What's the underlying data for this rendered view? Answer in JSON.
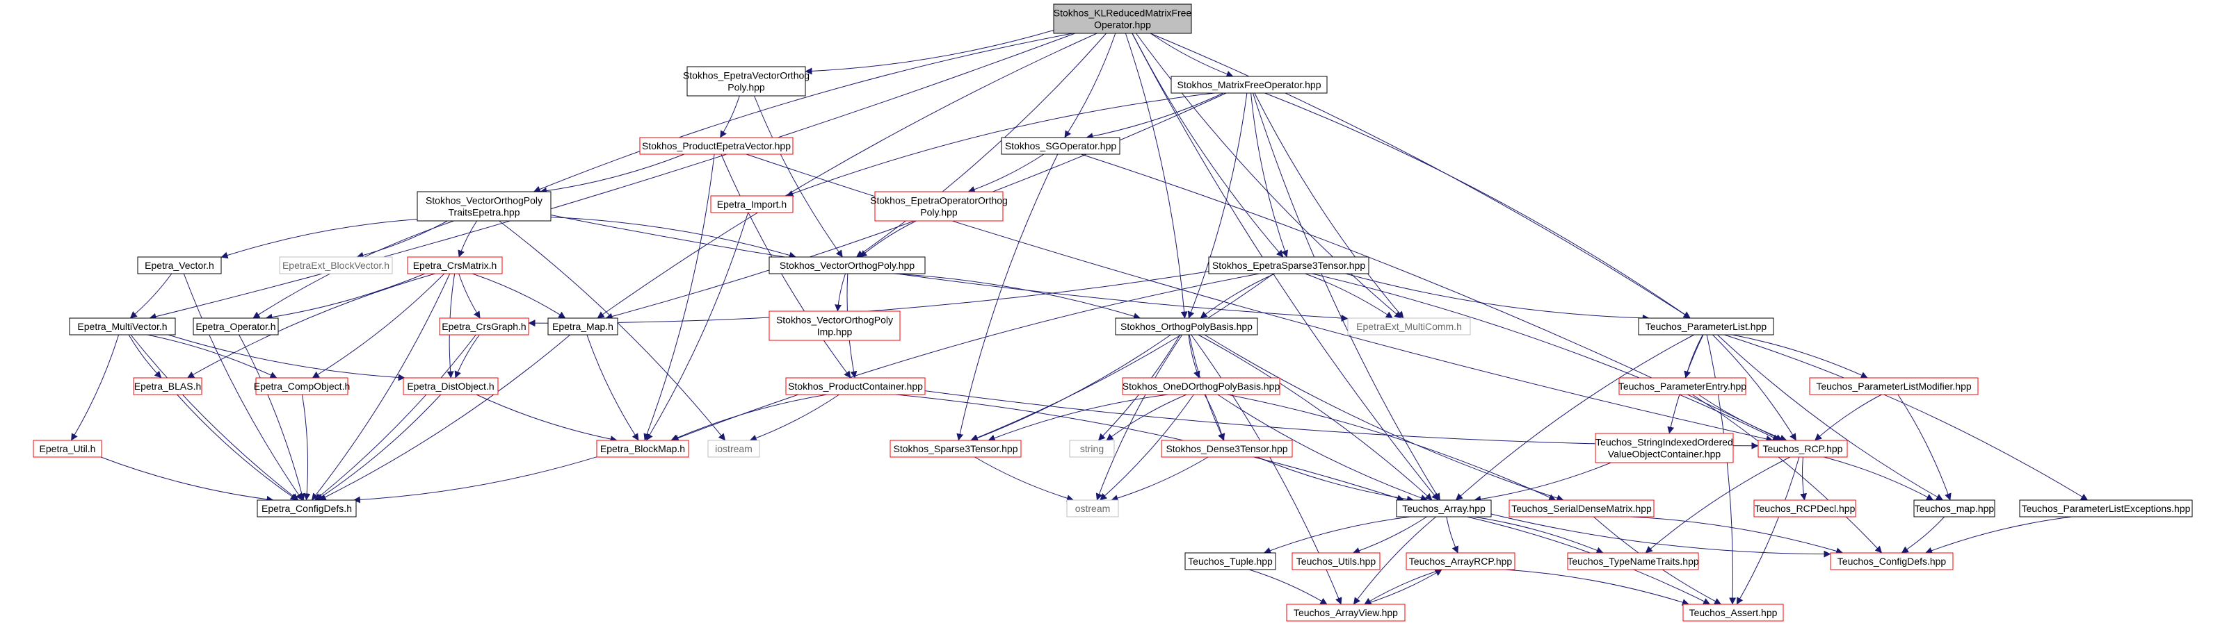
{
  "nodes": [
    {
      "id": "root",
      "lines": [
        "Stokhos_KLReducedMatrixFree",
        "Operator.hpp"
      ],
      "style": "root"
    },
    {
      "id": "vop_hdr",
      "lines": [
        "Stokhos_EpetraVectorOrthog",
        "Poly.hpp"
      ],
      "style": "black"
    },
    {
      "id": "mfo",
      "lines": [
        "Stokhos_MatrixFreeOperator.hpp"
      ],
      "style": "black"
    },
    {
      "id": "pev",
      "lines": [
        "Stokhos_ProductEpetraVector.hpp"
      ],
      "style": "red"
    },
    {
      "id": "sgop",
      "lines": [
        "Stokhos_SGOperator.hpp"
      ],
      "style": "black"
    },
    {
      "id": "vopte",
      "lines": [
        "Stokhos_VectorOrthogPoly",
        "TraitsEpetra.hpp"
      ],
      "style": "black"
    },
    {
      "id": "eimport",
      "lines": [
        "Epetra_Import.h"
      ],
      "style": "red"
    },
    {
      "id": "eop",
      "lines": [
        "Stokhos_EpetraOperatorOrthog",
        "Poly.hpp"
      ],
      "style": "red"
    },
    {
      "id": "evector",
      "lines": [
        "Epetra_Vector.h"
      ],
      "style": "black"
    },
    {
      "id": "eebv",
      "lines": [
        "EpetraExt_BlockVector.h"
      ],
      "style": "gray"
    },
    {
      "id": "ecrs",
      "lines": [
        "Epetra_CrsMatrix.h"
      ],
      "style": "red"
    },
    {
      "id": "vop",
      "lines": [
        "Stokhos_VectorOrthogPoly.hpp"
      ],
      "style": "black"
    },
    {
      "id": "es3t",
      "lines": [
        "Stokhos_EpetraSparse3Tensor.hpp"
      ],
      "style": "black"
    },
    {
      "id": "emv",
      "lines": [
        "Epetra_MultiVector.h"
      ],
      "style": "black"
    },
    {
      "id": "eoper",
      "lines": [
        "Epetra_Operator.h"
      ],
      "style": "black"
    },
    {
      "id": "ecg",
      "lines": [
        "Epetra_CrsGraph.h"
      ],
      "style": "red"
    },
    {
      "id": "emap",
      "lines": [
        "Epetra_Map.h"
      ],
      "style": "black"
    },
    {
      "id": "vopimp",
      "lines": [
        "Stokhos_VectorOrthogPoly",
        "Imp.hpp"
      ],
      "style": "red"
    },
    {
      "id": "opb",
      "lines": [
        "Stokhos_OrthogPolyBasis.hpp"
      ],
      "style": "black"
    },
    {
      "id": "emc",
      "lines": [
        "EpetraExt_MultiComm.h"
      ],
      "style": "gray"
    },
    {
      "id": "tpl",
      "lines": [
        "Teuchos_ParameterList.hpp"
      ],
      "style": "black"
    },
    {
      "id": "eblas",
      "lines": [
        "Epetra_BLAS.h"
      ],
      "style": "red"
    },
    {
      "id": "ecomp",
      "lines": [
        "Epetra_CompObject.h"
      ],
      "style": "red"
    },
    {
      "id": "edist",
      "lines": [
        "Epetra_DistObject.h"
      ],
      "style": "red"
    },
    {
      "id": "pc",
      "lines": [
        "Stokhos_ProductContainer.hpp"
      ],
      "style": "red"
    },
    {
      "id": "oned",
      "lines": [
        "Stokhos_OneDOrthogPolyBasis.hpp"
      ],
      "style": "red"
    },
    {
      "id": "tpe",
      "lines": [
        "Teuchos_ParameterEntry.hpp"
      ],
      "style": "red"
    },
    {
      "id": "tplm",
      "lines": [
        "Teuchos_ParameterListModifier.hpp"
      ],
      "style": "red"
    },
    {
      "id": "eutil",
      "lines": [
        "Epetra_Util.h"
      ],
      "style": "red"
    },
    {
      "id": "ebm",
      "lines": [
        "Epetra_BlockMap.h"
      ],
      "style": "red"
    },
    {
      "id": "iostream",
      "lines": [
        "iostream"
      ],
      "style": "gray"
    },
    {
      "id": "s3t",
      "lines": [
        "Stokhos_Sparse3Tensor.hpp"
      ],
      "style": "red"
    },
    {
      "id": "string",
      "lines": [
        "string"
      ],
      "style": "gray"
    },
    {
      "id": "d3t",
      "lines": [
        "Stokhos_Dense3Tensor.hpp"
      ],
      "style": "red"
    },
    {
      "id": "tsivoc",
      "lines": [
        "Teuchos_StringIndexedOrdered",
        "ValueObjectContainer.hpp"
      ],
      "style": "red"
    },
    {
      "id": "trcp",
      "lines": [
        "Teuchos_RCP.hpp"
      ],
      "style": "red"
    },
    {
      "id": "ecd",
      "lines": [
        "Epetra_ConfigDefs.h"
      ],
      "style": "black"
    },
    {
      "id": "ostream",
      "lines": [
        "ostream"
      ],
      "style": "gray"
    },
    {
      "id": "tarr",
      "lines": [
        "Teuchos_Array.hpp"
      ],
      "style": "black"
    },
    {
      "id": "tsdm",
      "lines": [
        "Teuchos_SerialDenseMatrix.hpp"
      ],
      "style": "red"
    },
    {
      "id": "trcpd",
      "lines": [
        "Teuchos_RCPDecl.hpp"
      ],
      "style": "red"
    },
    {
      "id": "tmap",
      "lines": [
        "Teuchos_map.hpp"
      ],
      "style": "black"
    },
    {
      "id": "tple",
      "lines": [
        "Teuchos_ParameterListExceptions.hpp"
      ],
      "style": "black"
    },
    {
      "id": "ttuple",
      "lines": [
        "Teuchos_Tuple.hpp"
      ],
      "style": "black"
    },
    {
      "id": "tutils",
      "lines": [
        "Teuchos_Utils.hpp"
      ],
      "style": "red"
    },
    {
      "id": "tarcp",
      "lines": [
        "Teuchos_ArrayRCP.hpp"
      ],
      "style": "red"
    },
    {
      "id": "ttnt",
      "lines": [
        "Teuchos_TypeNameTraits.hpp"
      ],
      "style": "red"
    },
    {
      "id": "tcd",
      "lines": [
        "Teuchos_ConfigDefs.hpp"
      ],
      "style": "red"
    },
    {
      "id": "tav",
      "lines": [
        "Teuchos_ArrayView.hpp"
      ],
      "style": "red"
    },
    {
      "id": "tassert",
      "lines": [
        "Teuchos_Assert.hpp"
      ],
      "style": "red"
    }
  ],
  "edges": [
    [
      "root",
      "vop_hdr"
    ],
    [
      "root",
      "mfo"
    ],
    [
      "root",
      "sgop"
    ],
    [
      "root",
      "vopte"
    ],
    [
      "root",
      "emv"
    ],
    [
      "root",
      "emap"
    ],
    [
      "root",
      "vop"
    ],
    [
      "root",
      "es3t"
    ],
    [
      "root",
      "opb"
    ],
    [
      "root",
      "emc"
    ],
    [
      "root",
      "tpl"
    ],
    [
      "root",
      "tarr"
    ],
    [
      "vop_hdr",
      "pev"
    ],
    [
      "vop_hdr",
      "vop"
    ],
    [
      "mfo",
      "sgop"
    ],
    [
      "mfo",
      "eimport"
    ],
    [
      "mfo",
      "emap"
    ],
    [
      "mfo",
      "es3t"
    ],
    [
      "mfo",
      "opb"
    ],
    [
      "mfo",
      "emc"
    ],
    [
      "mfo",
      "tpl"
    ],
    [
      "mfo",
      "tarr"
    ],
    [
      "pev",
      "vopte"
    ],
    [
      "pev",
      "pc"
    ],
    [
      "pev",
      "ebm"
    ],
    [
      "pev",
      "trcp"
    ],
    [
      "sgop",
      "eop"
    ],
    [
      "sgop",
      "s3t"
    ],
    [
      "sgop",
      "trcp"
    ],
    [
      "vopte",
      "evector"
    ],
    [
      "vopte",
      "eebv"
    ],
    [
      "vopte",
      "ecrs"
    ],
    [
      "vopte",
      "vop"
    ],
    [
      "vopte",
      "eoper"
    ],
    [
      "vopte",
      "iostream"
    ],
    [
      "vopte",
      "emc"
    ],
    [
      "eimport",
      "ebm"
    ],
    [
      "eop",
      "vop"
    ],
    [
      "evector",
      "emv"
    ],
    [
      "evector",
      "ecd"
    ],
    [
      "ecrs",
      "eoper"
    ],
    [
      "ecrs",
      "ecg"
    ],
    [
      "ecrs",
      "emap"
    ],
    [
      "ecrs",
      "eblas"
    ],
    [
      "ecrs",
      "ecomp"
    ],
    [
      "ecrs",
      "edist"
    ],
    [
      "ecrs",
      "ecd"
    ],
    [
      "vop",
      "vopimp"
    ],
    [
      "vop",
      "opb"
    ],
    [
      "vop",
      "pc"
    ],
    [
      "es3t",
      "ecg"
    ],
    [
      "es3t",
      "opb"
    ],
    [
      "es3t",
      "emc"
    ],
    [
      "es3t",
      "tpl"
    ],
    [
      "es3t",
      "s3t"
    ],
    [
      "es3t",
      "ebm"
    ],
    [
      "es3t",
      "trcp"
    ],
    [
      "emv",
      "eblas"
    ],
    [
      "emv",
      "ecomp"
    ],
    [
      "emv",
      "edist"
    ],
    [
      "emv",
      "eutil"
    ],
    [
      "emv",
      "ecd"
    ],
    [
      "eoper",
      "ecd"
    ],
    [
      "ecg",
      "edist"
    ],
    [
      "ecg",
      "ecd"
    ],
    [
      "emap",
      "ebm"
    ],
    [
      "emap",
      "ecd"
    ],
    [
      "opb",
      "oned"
    ],
    [
      "opb",
      "s3t"
    ],
    [
      "opb",
      "d3t"
    ],
    [
      "opb",
      "string"
    ],
    [
      "opb",
      "ostream"
    ],
    [
      "opb",
      "tarr"
    ],
    [
      "opb",
      "tsdm"
    ],
    [
      "opb",
      "tav"
    ],
    [
      "tpl",
      "tpe"
    ],
    [
      "tpl",
      "tplm"
    ],
    [
      "tpl",
      "tsivoc"
    ],
    [
      "tpl",
      "trcp"
    ],
    [
      "tpl",
      "tmap"
    ],
    [
      "tpl",
      "tple"
    ],
    [
      "tpl",
      "tarr"
    ],
    [
      "tpl",
      "tassert"
    ],
    [
      "eblas",
      "ecd"
    ],
    [
      "ecomp",
      "ecd"
    ],
    [
      "edist",
      "ebm"
    ],
    [
      "edist",
      "ecd"
    ],
    [
      "pc",
      "ebm"
    ],
    [
      "pc",
      "iostream"
    ],
    [
      "pc",
      "trcp"
    ],
    [
      "pc",
      "tarr"
    ],
    [
      "oned",
      "s3t"
    ],
    [
      "oned",
      "d3t"
    ],
    [
      "oned",
      "string"
    ],
    [
      "oned",
      "ostream"
    ],
    [
      "oned",
      "tarr"
    ],
    [
      "oned",
      "tsdm"
    ],
    [
      "tpe",
      "trcp"
    ],
    [
      "tpe",
      "tcd"
    ],
    [
      "tplm",
      "trcp"
    ],
    [
      "tplm",
      "tmap"
    ],
    [
      "eutil",
      "ecd"
    ],
    [
      "ebm",
      "ecd"
    ],
    [
      "s3t",
      "ostream"
    ],
    [
      "d3t",
      "ostream"
    ],
    [
      "d3t",
      "tarr"
    ],
    [
      "tsivoc",
      "tarr"
    ],
    [
      "trcp",
      "trcpd"
    ],
    [
      "trcp",
      "tmap"
    ],
    [
      "trcp",
      "ttnt"
    ],
    [
      "trcp",
      "tassert"
    ],
    [
      "tarr",
      "ttuple"
    ],
    [
      "tarr",
      "tutils"
    ],
    [
      "tarr",
      "tarcp"
    ],
    [
      "tarr",
      "ttnt"
    ],
    [
      "tarr",
      "tcd"
    ],
    [
      "tarr",
      "tassert"
    ],
    [
      "tarr",
      "tav"
    ],
    [
      "tsdm",
      "tcd"
    ],
    [
      "tsdm",
      "tassert"
    ],
    [
      "tmap",
      "tcd"
    ],
    [
      "tple",
      "tcd"
    ],
    [
      "ttuple",
      "tav"
    ],
    [
      "tarcp",
      "tav"
    ],
    [
      "tarcp",
      "tassert"
    ],
    [
      "tav",
      "tarcp"
    ]
  ]
}
